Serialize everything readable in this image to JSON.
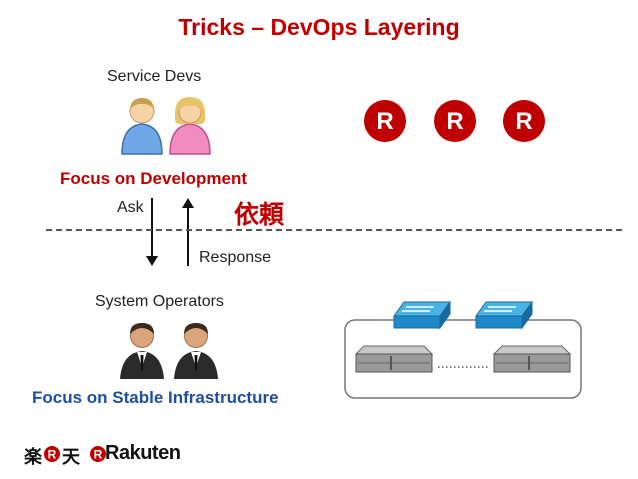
{
  "slide": {
    "title": "Tricks – DevOps Layering",
    "service_devs_label": "Service Devs",
    "focus_development": "Focus on Development",
    "ask_label": "Ask",
    "request_kanji": "依頼",
    "response_label": "Response",
    "system_operators_label": "System Operators",
    "focus_infrastructure": "Focus on Stable Infrastructure"
  },
  "brand": {
    "logo_letter": "R",
    "footer_kanji_1": "楽",
    "footer_kanji_2": "天",
    "footer_wordmark": "Rakuten",
    "brand_color": "#bf0000"
  },
  "icons": {
    "devs": [
      "male-developer-icon",
      "female-developer-icon"
    ],
    "ops": [
      "operator-icon",
      "operator-icon"
    ],
    "infra": [
      "network-switch-icon",
      "network-switch-icon",
      "server-icon",
      "server-icon"
    ]
  }
}
